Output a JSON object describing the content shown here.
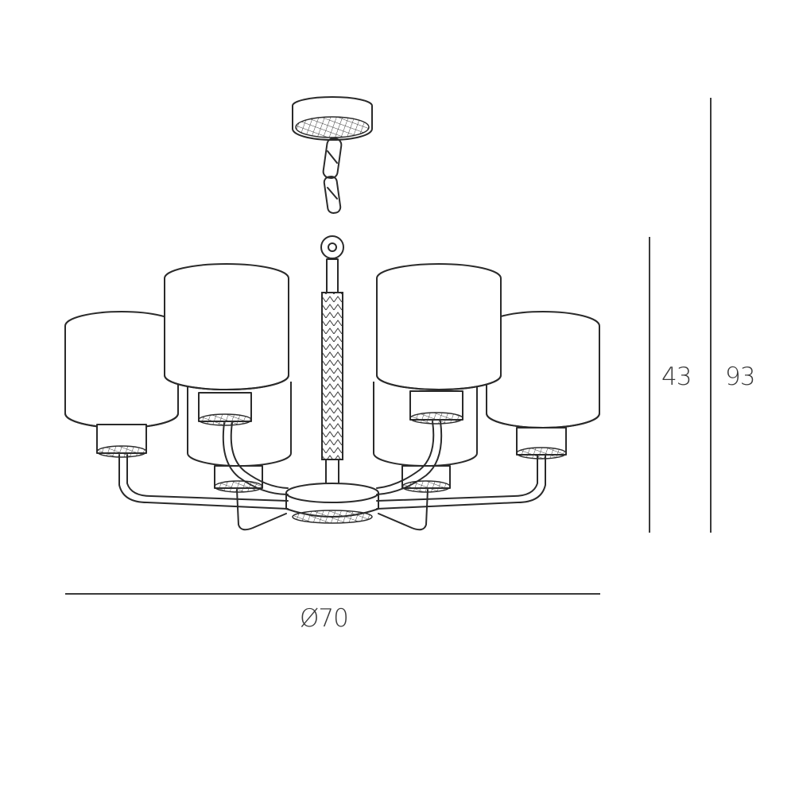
{
  "dimensions": {
    "height_body": "43",
    "height_total": "93",
    "diameter": "Ø70"
  },
  "colors": {
    "stroke": "#2a2a2a",
    "dimension": "#3a3a3a",
    "background": "#ffffff"
  }
}
